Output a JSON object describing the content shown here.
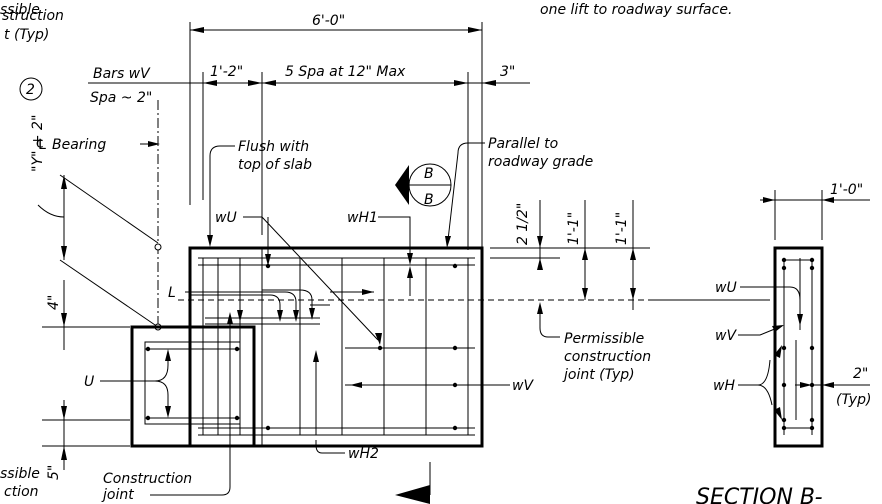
{
  "notes": {
    "top_left_1": "ssible",
    "top_left_2": "struction",
    "top_left_3": "t (Typ)",
    "top_right": "one lift to roadway surface.",
    "bottom_left_1": "ssible",
    "bottom_left_2": "ction"
  },
  "dimensions": {
    "overall_width": "6'-0\"",
    "first_space": "1'-2\"",
    "spacing": "5 Spa at 12\" Max",
    "end_cover": "3\"",
    "right_top": "1'-0\"",
    "half_inch_a": "2 1/2\"",
    "one_one_a": "1'-1\"",
    "one_one_b": "1'-1\"",
    "four_inch": "4\"",
    "five_inch": "5\"",
    "y_plus": "\"Y\" + 2\"",
    "two_inch": "2\"",
    "typ": "(Typ)"
  },
  "labels": {
    "bars_wv": "Bars wV",
    "spa_2": "Spa ~ 2\"",
    "callout_number": "2",
    "cl_bearing": "℄ Bearing",
    "flush_1": "Flush with",
    "flush_2": "top of slab",
    "parallel_1": "Parallel to",
    "parallel_2": "roadway grade",
    "section_mark_top": "B",
    "section_mark_bottom": "B",
    "wU": "wU",
    "wH1": "wH1",
    "L": "L",
    "U": "U",
    "wV": "wV",
    "wH2": "wH2",
    "permissible_1": "Permissible",
    "permissible_2": "construction",
    "permissible_3": "joint (Typ)",
    "construction_1": "Construction",
    "construction_2": "joint",
    "r_wU": "wU",
    "r_wV": "wV",
    "r_wH": "wH",
    "section_title": "SECTION B-"
  }
}
